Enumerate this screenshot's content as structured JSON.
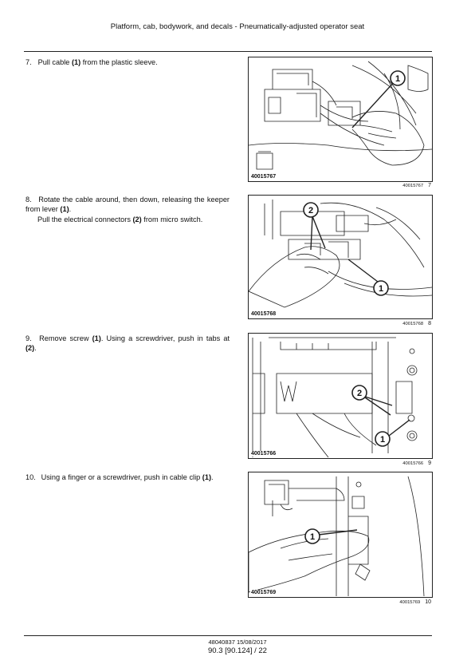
{
  "header": {
    "title": "Platform, cab, bodywork, and decals - Pneumatically-adjusted operator seat"
  },
  "steps": [
    {
      "number": "7.",
      "parts": [
        "Pull cable ",
        "(1)",
        " from the plastic sleeve."
      ]
    },
    {
      "number": "8.",
      "parts": [
        "Rotate the cable around, then down, releasing the keeper from lever ",
        "(1)",
        "."
      ],
      "line2": [
        "Pull the electrical connectors ",
        "(2)",
        " from micro switch."
      ]
    },
    {
      "number": "9.",
      "parts": [
        "Remove screw ",
        "(1)",
        ".  Using a screwdriver, push in tabs at ",
        "(2)",
        "."
      ]
    },
    {
      "number": "10.",
      "parts": [
        "Using a finger or a screwdriver, push in cable clip ",
        "(1)",
        "."
      ]
    }
  ],
  "figures": [
    {
      "id": "40015767",
      "caption_id": "40015767",
      "number": "7",
      "callouts": [
        "1"
      ]
    },
    {
      "id": "40015768",
      "caption_id": "40015768",
      "number": "8",
      "callouts": [
        "2",
        "1"
      ]
    },
    {
      "id": "40015766",
      "caption_id": "40015766",
      "number": "9",
      "callouts": [
        "2",
        "1"
      ]
    },
    {
      "id": "40015769",
      "caption_id": "40015769",
      "number": "10",
      "callouts": [
        "1"
      ]
    }
  ],
  "footer": {
    "doc": "48040837 15/08/2017",
    "page": "90.3 [90.124] / 22"
  }
}
